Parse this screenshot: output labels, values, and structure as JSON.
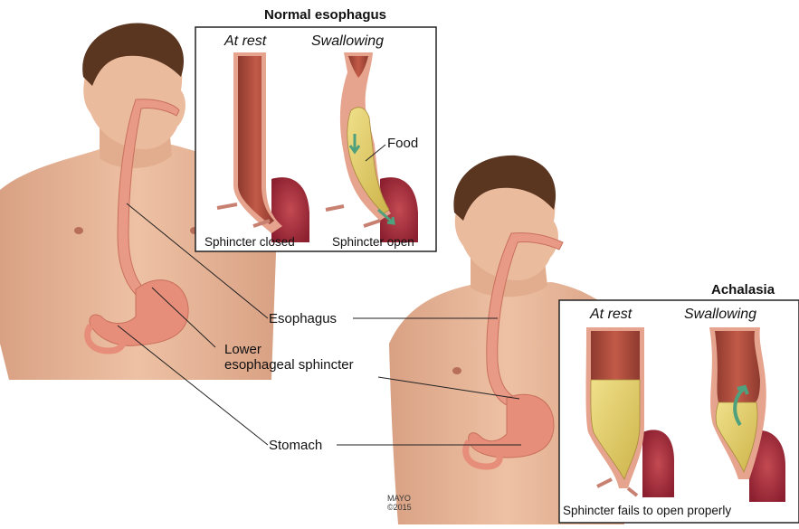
{
  "normal_panel": {
    "title": "Normal esophagus",
    "rest_label": "At rest",
    "swallow_label": "Swallowing",
    "food_label": "Food",
    "closed_caption": "Sphincter closed",
    "open_caption": "Sphincter open"
  },
  "achalasia_panel": {
    "title": "Achalasia",
    "rest_label": "At rest",
    "swallow_label": "Swallowing",
    "caption": "Sphincter fails to open properly"
  },
  "callouts": {
    "esophagus": "Esophagus",
    "les_line1": "Lower",
    "les_line2": "esophageal sphincter",
    "stomach": "Stomach"
  },
  "credit": {
    "line1": "MAYO",
    "line2": "©2015"
  },
  "colors": {
    "skin": "#e8b99a",
    "skin_shadow": "#d49a7a",
    "hair": "#5a3520",
    "esophagus": "#e9917e",
    "muscle": "#a8463a",
    "food": "#e8d36a",
    "arrow_green": "#5cae8a"
  }
}
